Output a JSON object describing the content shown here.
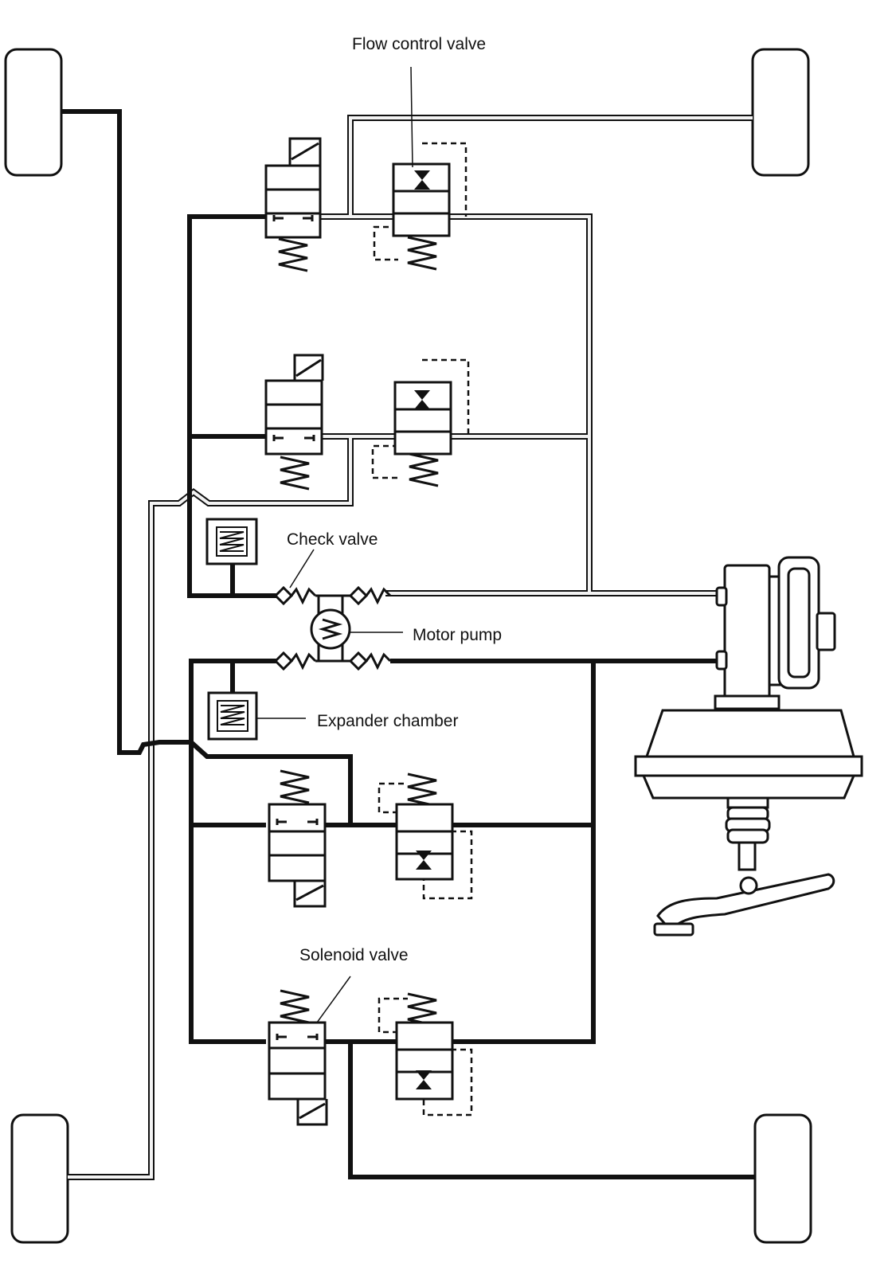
{
  "labels": {
    "flow_control_valve": "Flow control valve",
    "check_valve": "Check valve",
    "motor_pump": "Motor pump",
    "expander_chamber": "Expander chamber",
    "solenoid_valve": "Solenoid valve"
  },
  "colors": {
    "line": "#111111",
    "background": "#ffffff",
    "secondary_circuit_fill": "#f3f3f3"
  }
}
